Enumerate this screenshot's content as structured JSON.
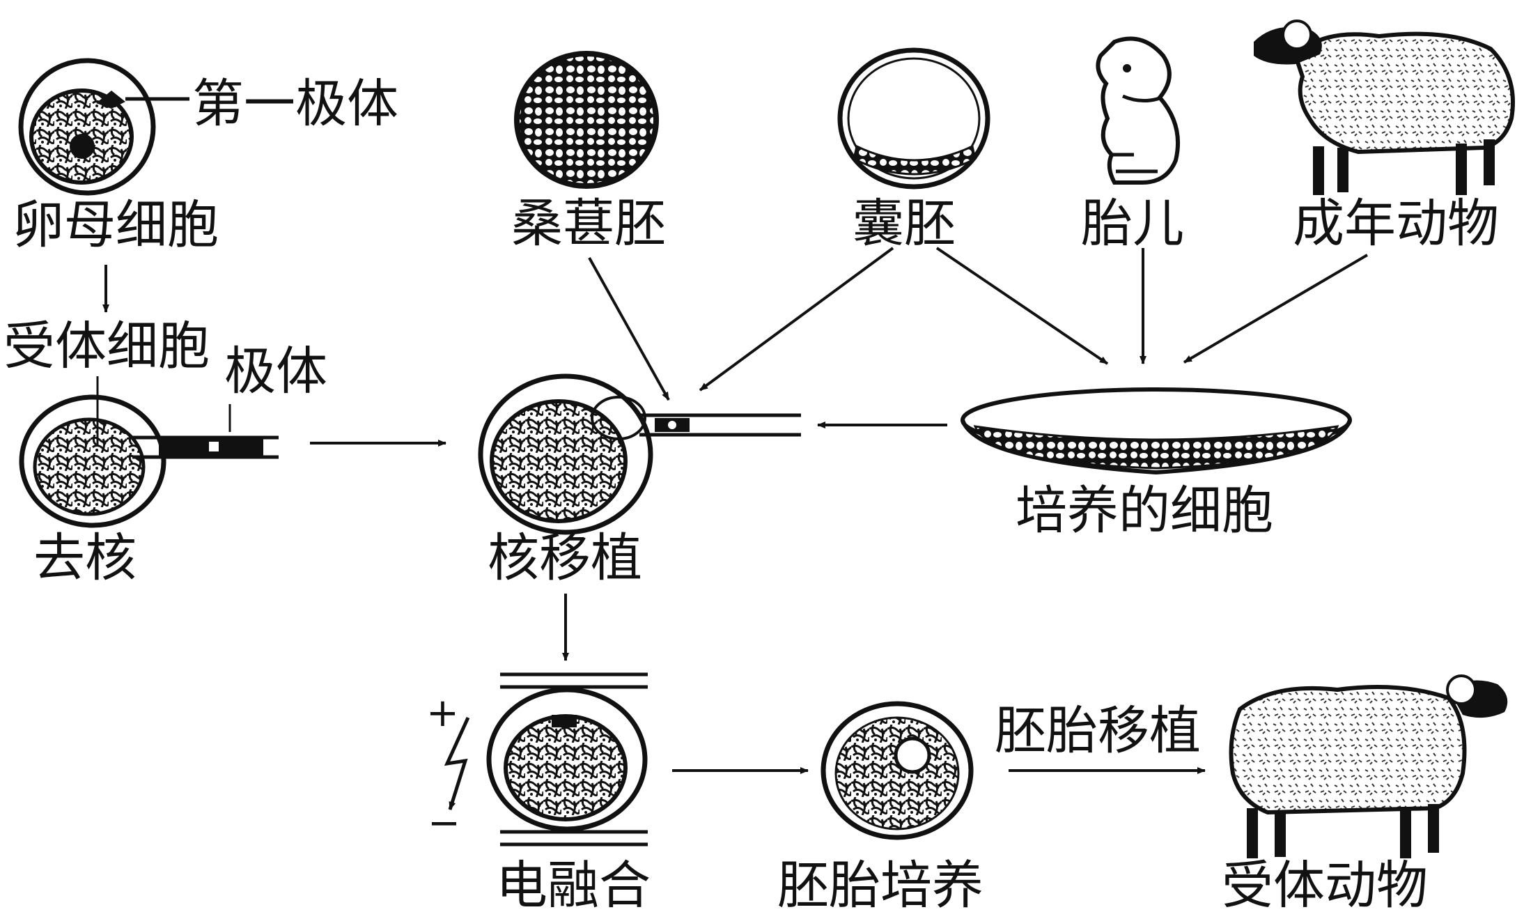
{
  "labels": {
    "first_polar_body": "第一极体",
    "oocyte": "卵母细胞",
    "recipient_cell": "受体细胞",
    "polar_body": "极体",
    "enucleation": "去核",
    "morula": "桑葚胚",
    "blastocyst": "囊胚",
    "fetus": "胎儿",
    "adult_animal": "成年动物",
    "cultured_cells": "培养的细胞",
    "nuclear_transfer": "核移植",
    "electrofusion": "电融合",
    "embryo_culture": "胚胎培养",
    "embryo_transfer": "胚胎移植",
    "recipient_animal": "受体动物",
    "plus_sign": "+",
    "minus_sign": "−"
  }
}
